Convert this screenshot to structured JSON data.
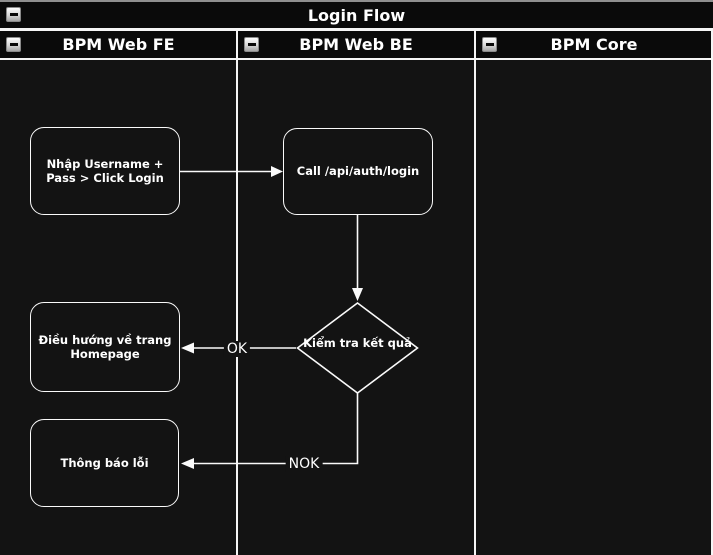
{
  "diagram": {
    "title": "Login Flow",
    "lanes": [
      {
        "id": "bpm-web-fe",
        "label": "BPM Web FE"
      },
      {
        "id": "bpm-web-be",
        "label": "BPM Web BE"
      },
      {
        "id": "bpm-core",
        "label": "BPM Core"
      }
    ],
    "nodes": {
      "input_login": "Nhập Username +\nPass > Click Login",
      "call_api": "Call /api/auth/login",
      "check_result": "Kiểm tra kết quả",
      "redirect_home": "Điều hướng về trang\nHomepage",
      "error_toast": "Thông báo lỗi"
    },
    "edges": {
      "ok_label": "OK",
      "nok_label": "NOK"
    },
    "colors": {
      "canvas": "#131313",
      "bar_background": "#0a0a0a",
      "stroke": "#f5f5f5",
      "top_border": "#8f8f8f",
      "text": "#ffffff"
    }
  }
}
